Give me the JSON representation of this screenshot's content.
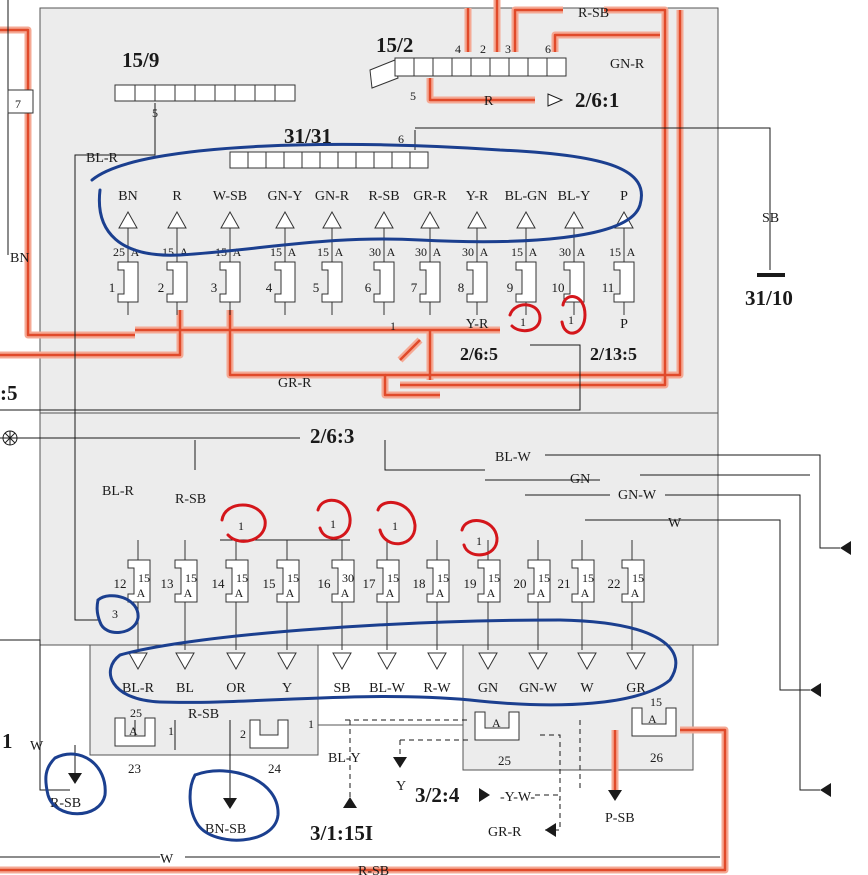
{
  "connectors": {
    "c15_9": "15/9",
    "c15_2": "15/2",
    "c31_31": "31/31",
    "c2_6_1": "2/6:1",
    "c31_10": "31/10",
    "c2_6_5": "2/6:5",
    "c2_13_5": "2/13:5",
    "c2_6_3": "2/6:3",
    "c3_2_4": "3/2:4",
    "c3_1_15I": "3/1:15I",
    "left_partial": ":5",
    "left_one": "1"
  },
  "pins": {
    "p5a": "5",
    "p4": "4",
    "p2": "2",
    "p3": "3",
    "p6a": "6",
    "p5b": "5",
    "p6b": "6",
    "p7": "7",
    "p1a": "1",
    "p1b": "1",
    "p2b": "2",
    "p1c": "1",
    "p25": "25",
    "p15": "15"
  },
  "wires": {
    "r_sb": "R-SB",
    "gn_r": "GN-R",
    "r": "R",
    "bl_r": "BL-R",
    "bn": "BN",
    "sb": "SB",
    "gr_r": "GR-R",
    "y_r": "Y-R",
    "p": "P",
    "bl_w": "BL-W",
    "gn": "GN",
    "gn_w": "GN-W",
    "w": "W",
    "bl_y": "BL-Y",
    "y": "Y",
    "y_w": "-Y-W-",
    "p_sb": "P-SB",
    "bn_sb": "BN-SB",
    "w_bottom": "W",
    "r_sb_bottom": "R-SB",
    "w_left": "W",
    "bl_r_lower": "BL-R",
    "r_sb_lower": "R-SB",
    "r_sb_bottom2": "R-SB",
    "gr_r_bottom": "GR-R"
  },
  "top_fuses": {
    "colors": [
      "BN",
      "R",
      "W-SB",
      "GN-Y",
      "GN-R",
      "R-SB",
      "GR-R",
      "Y-R",
      "BL-GN",
      "BL-Y",
      "P"
    ],
    "amps": [
      "25",
      "15",
      "15",
      "15",
      "15",
      "30",
      "30",
      "30",
      "15",
      "30",
      "15"
    ],
    "amp_unit": "A",
    "ids": [
      "1",
      "2",
      "3",
      "4",
      "5",
      "6",
      "7",
      "8",
      "9",
      "10",
      "11"
    ],
    "below": [
      "",
      "",
      "",
      "",
      "",
      "",
      "",
      "Y-R",
      "",
      "",
      "P"
    ]
  },
  "bottom_fuses": {
    "ids": [
      "12",
      "13",
      "14",
      "15",
      "16",
      "17",
      "18",
      "19",
      "20",
      "21",
      "22"
    ],
    "amps": [
      "15",
      "15",
      "15",
      "15",
      "30",
      "15",
      "15",
      "15",
      "15",
      "15",
      "15"
    ],
    "amp_unit": "A"
  },
  "bottom_outputs": [
    "BL-R",
    "BL",
    "OR",
    "Y",
    "SB",
    "BL-W",
    "R-W",
    "GN",
    "GN-W",
    "W",
    "GR"
  ],
  "relays": {
    "r23": "23",
    "r24": "24",
    "r25": "25",
    "r26": "26",
    "r3": "3"
  },
  "annotation_digit": "1",
  "colors": {
    "panel": "#ececec",
    "wire_red": "#e04a2a",
    "wire_red_light": "#f5a994",
    "ink": "#1a1a1a",
    "marker_blue": "#1b3f8f",
    "marker_red": "#d4161b"
  }
}
